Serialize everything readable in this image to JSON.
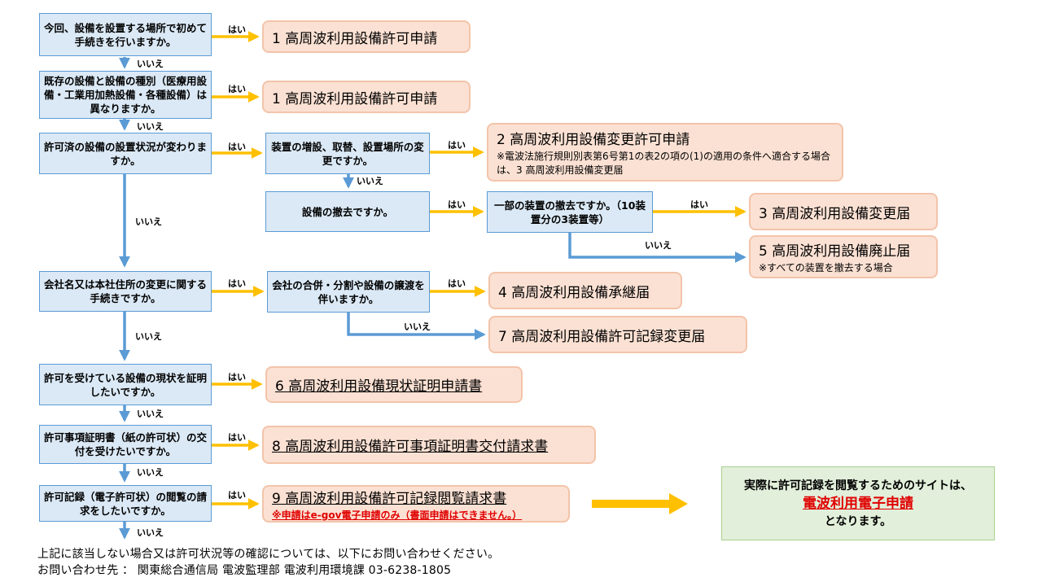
{
  "labels": {
    "yes": "はい",
    "no": "いいえ"
  },
  "colors": {
    "yes_arrow": "#ffc000",
    "no_arrow": "#5b9bd5",
    "question_fill": "#dbe9f6",
    "result_fill": "#fbe1d3",
    "final_fill": "#e2efda",
    "warning": "#e00000"
  },
  "questions": {
    "q1": "今回、設備を設置する場所で初めて手続きを行いますか。",
    "q2": "既存の設備と設備の種別（医療用設備・工業用加熱設備・各種設備）は異なりますか。",
    "q3": "許可済の設備の設置状況が変わりますか。",
    "q3a": "装置の増設、取替、設置場所の変更ですか。",
    "q3b": "設備の撤去ですか。",
    "q3c": "一部の装置の撤去ですか。（10装置分の3装置等）",
    "q4": "会社名又は本社住所の変更に関する手続きですか。",
    "q4a": "会社の合併・分割や設備の譲渡を伴いますか。",
    "q5": "許可を受けている設備の現状を証明したいですか。",
    "q6": "許可事項証明書（紙の許可状）の交付を受けたいですか。",
    "q7": "許可記録（電子許可状）の閲覧の請求をしたいですか。"
  },
  "results": {
    "r1a": "1 高周波利用設備許可申請",
    "r1b": "1 高周波利用設備許可申請",
    "r2": "2 高周波利用設備変更許可申請",
    "r2_note": "※電波法施行規則別表第6号第1の表2の項の(1)の適用の条件へ適合する場合は、3 高周波利用設備変更届",
    "r3": "3 高周波利用設備変更届",
    "r5": "5 高周波利用設備廃止届",
    "r5_note": "※すべての装置を撤去する場合",
    "r4": "4 高周波利用設備承継届",
    "r7": "7 高周波利用設備許可記録変更届",
    "r6": "6 高周波利用設備現状証明申請書",
    "r8": "8 高周波利用設備許可事項証明書交付請求書",
    "r9": "9 高周波利用設備許可記録閲覧請求書",
    "r9_note": "※申請はe-gov電子申請のみ（書面申請はできません。）"
  },
  "final": {
    "line1": "実際に許可記録を閲覧するためのサイトは、",
    "link": "電波利用電子申請",
    "line3": "となります。"
  },
  "footer": {
    "line1": "上記に該当しない場合又は許可状況等の確認については、以下にお問い合わせください。",
    "line2": "お問い合わせ先 ： 関東総合通信局 電波監理部 電波利用環境課 03-6238-1805"
  }
}
